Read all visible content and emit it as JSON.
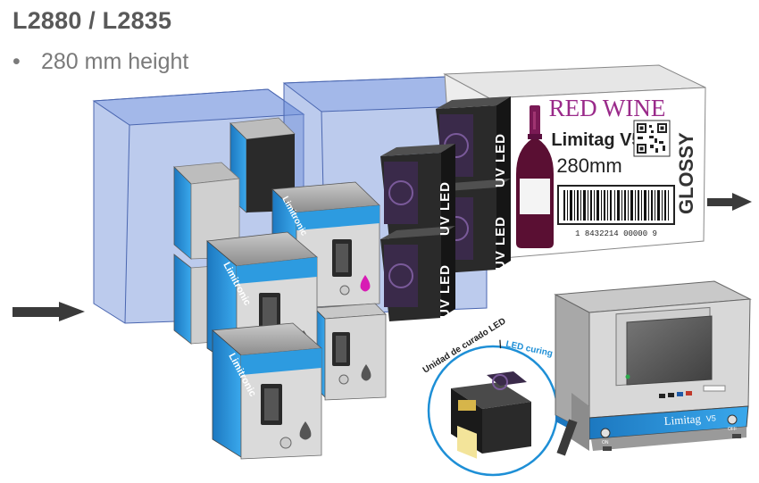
{
  "header": {
    "title": "L2880 / L2835",
    "bullet": "280 mm height"
  },
  "label": {
    "product": "RED WINE",
    "model": "Limitag V5",
    "height": "280mm",
    "finish": "GLOSSY",
    "barcode_number": "1  8432214  00000  9"
  },
  "uv_units": [
    "UV LED",
    "UV LED",
    "UV LED",
    "UV LED"
  ],
  "printheads": {
    "brand": "Limitronic",
    "ink_colors": [
      "#d81bb4",
      "#555555",
      "#555555",
      "#555555"
    ]
  },
  "inset": {
    "caption_es": "Unidad de curado LED",
    "caption_sep": "|",
    "caption_en": "LED curing unit"
  },
  "controller": {
    "brand": "Limitag",
    "version": "V5",
    "on": "ON",
    "off": "OFF"
  },
  "colors": {
    "blue_box": "#5b7fd0",
    "accent_blue": "#1e8fd6",
    "wine_red": "#8a1b6a",
    "title_grey": "#595959"
  }
}
